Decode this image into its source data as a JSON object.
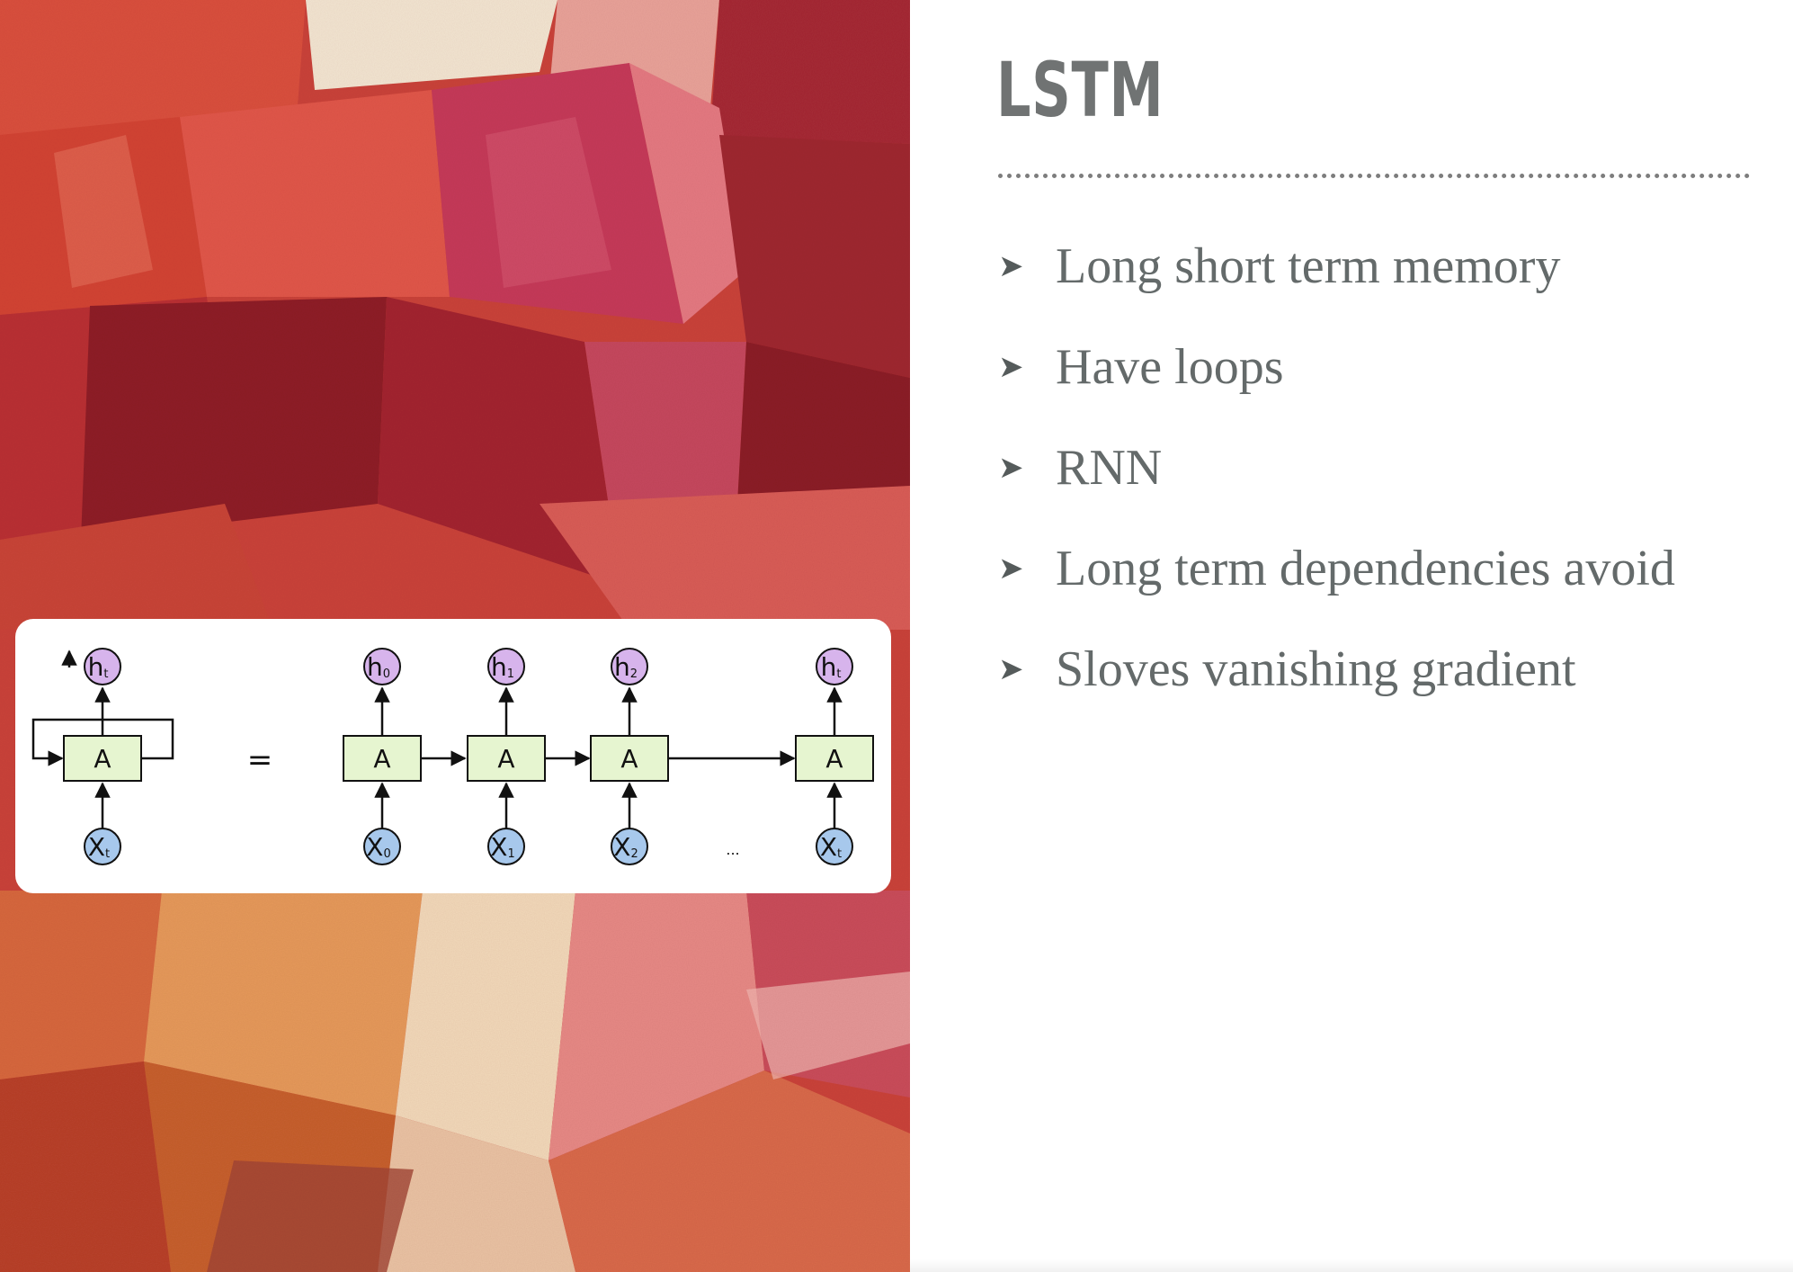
{
  "slide": {
    "title": "LSTM",
    "bullets": [
      "Long short term memory",
      "Have loops",
      "RNN",
      "Long term dependencies avoid",
      "Sloves vanishing gradient"
    ],
    "bullet_icon": "arrowhead-icon"
  },
  "diagram": {
    "equals": "=",
    "ellipsis": "...",
    "cell_label": "A",
    "rolled": {
      "output": "h",
      "output_sub": "t",
      "input": "X",
      "input_sub": "t"
    },
    "unrolled": [
      {
        "output": "h",
        "output_sub": "0",
        "input": "X",
        "input_sub": "0"
      },
      {
        "output": "h",
        "output_sub": "1",
        "input": "X",
        "input_sub": "1"
      },
      {
        "output": "h",
        "output_sub": "2",
        "input": "X",
        "input_sub": "2"
      },
      {
        "output": "h",
        "output_sub": "t",
        "input": "X",
        "input_sub": "t"
      }
    ],
    "colors": {
      "cell_fill": "#e6f5d0",
      "output_fill": "#d7b4ec",
      "input_fill": "#a7c8ec",
      "stroke": "#111111"
    }
  },
  "colors": {
    "title": "#707373",
    "bullet_text": "#646a6a",
    "background": "#ffffff"
  }
}
